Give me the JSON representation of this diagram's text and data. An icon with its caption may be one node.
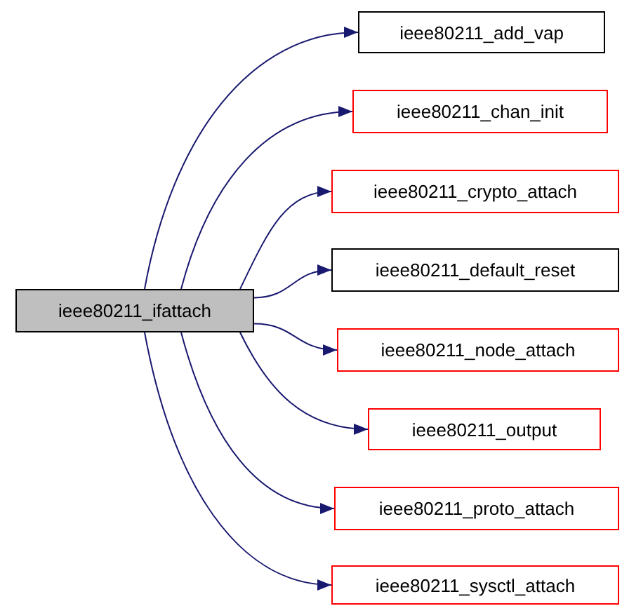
{
  "diagram": {
    "nodes": [
      {
        "text": [
          "ieee80211_ifattach"
        ]
      },
      {
        "text": [
          "ieee80211_add_vap"
        ]
      },
      {
        "text": [
          "ieee80211_chan_init"
        ]
      },
      {
        "text": [
          "ieee80211_crypto_attach"
        ]
      },
      {
        "text": [
          "ieee80211_default_reset"
        ]
      },
      {
        "text": [
          "ieee80211_node_attach"
        ]
      },
      {
        "text": [
          "ieee80211_output"
        ]
      },
      {
        "text": [
          "ieee80211_proto_attach"
        ]
      },
      {
        "text": [
          "ieee80211_sysctl_attach"
        ]
      }
    ],
    "edges": [
      {
        "from": 0,
        "to": 1,
        "arrow": "to"
      },
      {
        "from": 0,
        "to": 2,
        "arrow": "to"
      },
      {
        "from": 0,
        "to": 3,
        "arrow": "to"
      },
      {
        "from": 0,
        "to": 4,
        "arrow": "to"
      },
      {
        "from": 0,
        "to": 5,
        "arrow": "to"
      },
      {
        "from": 0,
        "to": 6,
        "arrow": "to"
      },
      {
        "from": 0,
        "to": 7,
        "arrow": "to"
      },
      {
        "from": 0,
        "to": 8,
        "arrow": "to"
      }
    ]
  }
}
